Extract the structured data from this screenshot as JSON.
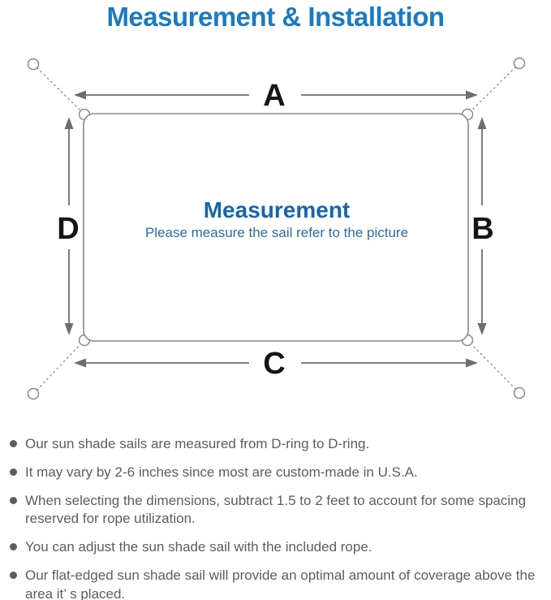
{
  "colors": {
    "accent_blue": "#1b7ac1",
    "heading_blue": "#1566b0",
    "subtitle_blue": "#2b6ba4",
    "line_gray": "#898989",
    "arrow_gray": "#6e6e6e",
    "label_black": "#151515",
    "text_gray": "#5d5d5d"
  },
  "header": {
    "title": "Measurement & Installation"
  },
  "diagram": {
    "dimension_labels": {
      "top": "A",
      "right": "B",
      "bottom": "C",
      "left": "D"
    },
    "center": {
      "heading": "Measurement",
      "subtitle": "Please measure the sail refer to the picture"
    }
  },
  "notes": {
    "items": [
      "Our sun shade sails are measured from D-ring to D-ring.",
      "It may vary by 2-6 inches since most are custom-made in U.S.A.",
      "When selecting the dimensions, subtract 1.5 to 2 feet to account for some spacing reserved for rope utilization.",
      "You can adjust the sun shade sail with the included rope.",
      "Our flat-edged sun shade sail will provide an optimal amount of coverage above the area it’ s placed."
    ]
  }
}
